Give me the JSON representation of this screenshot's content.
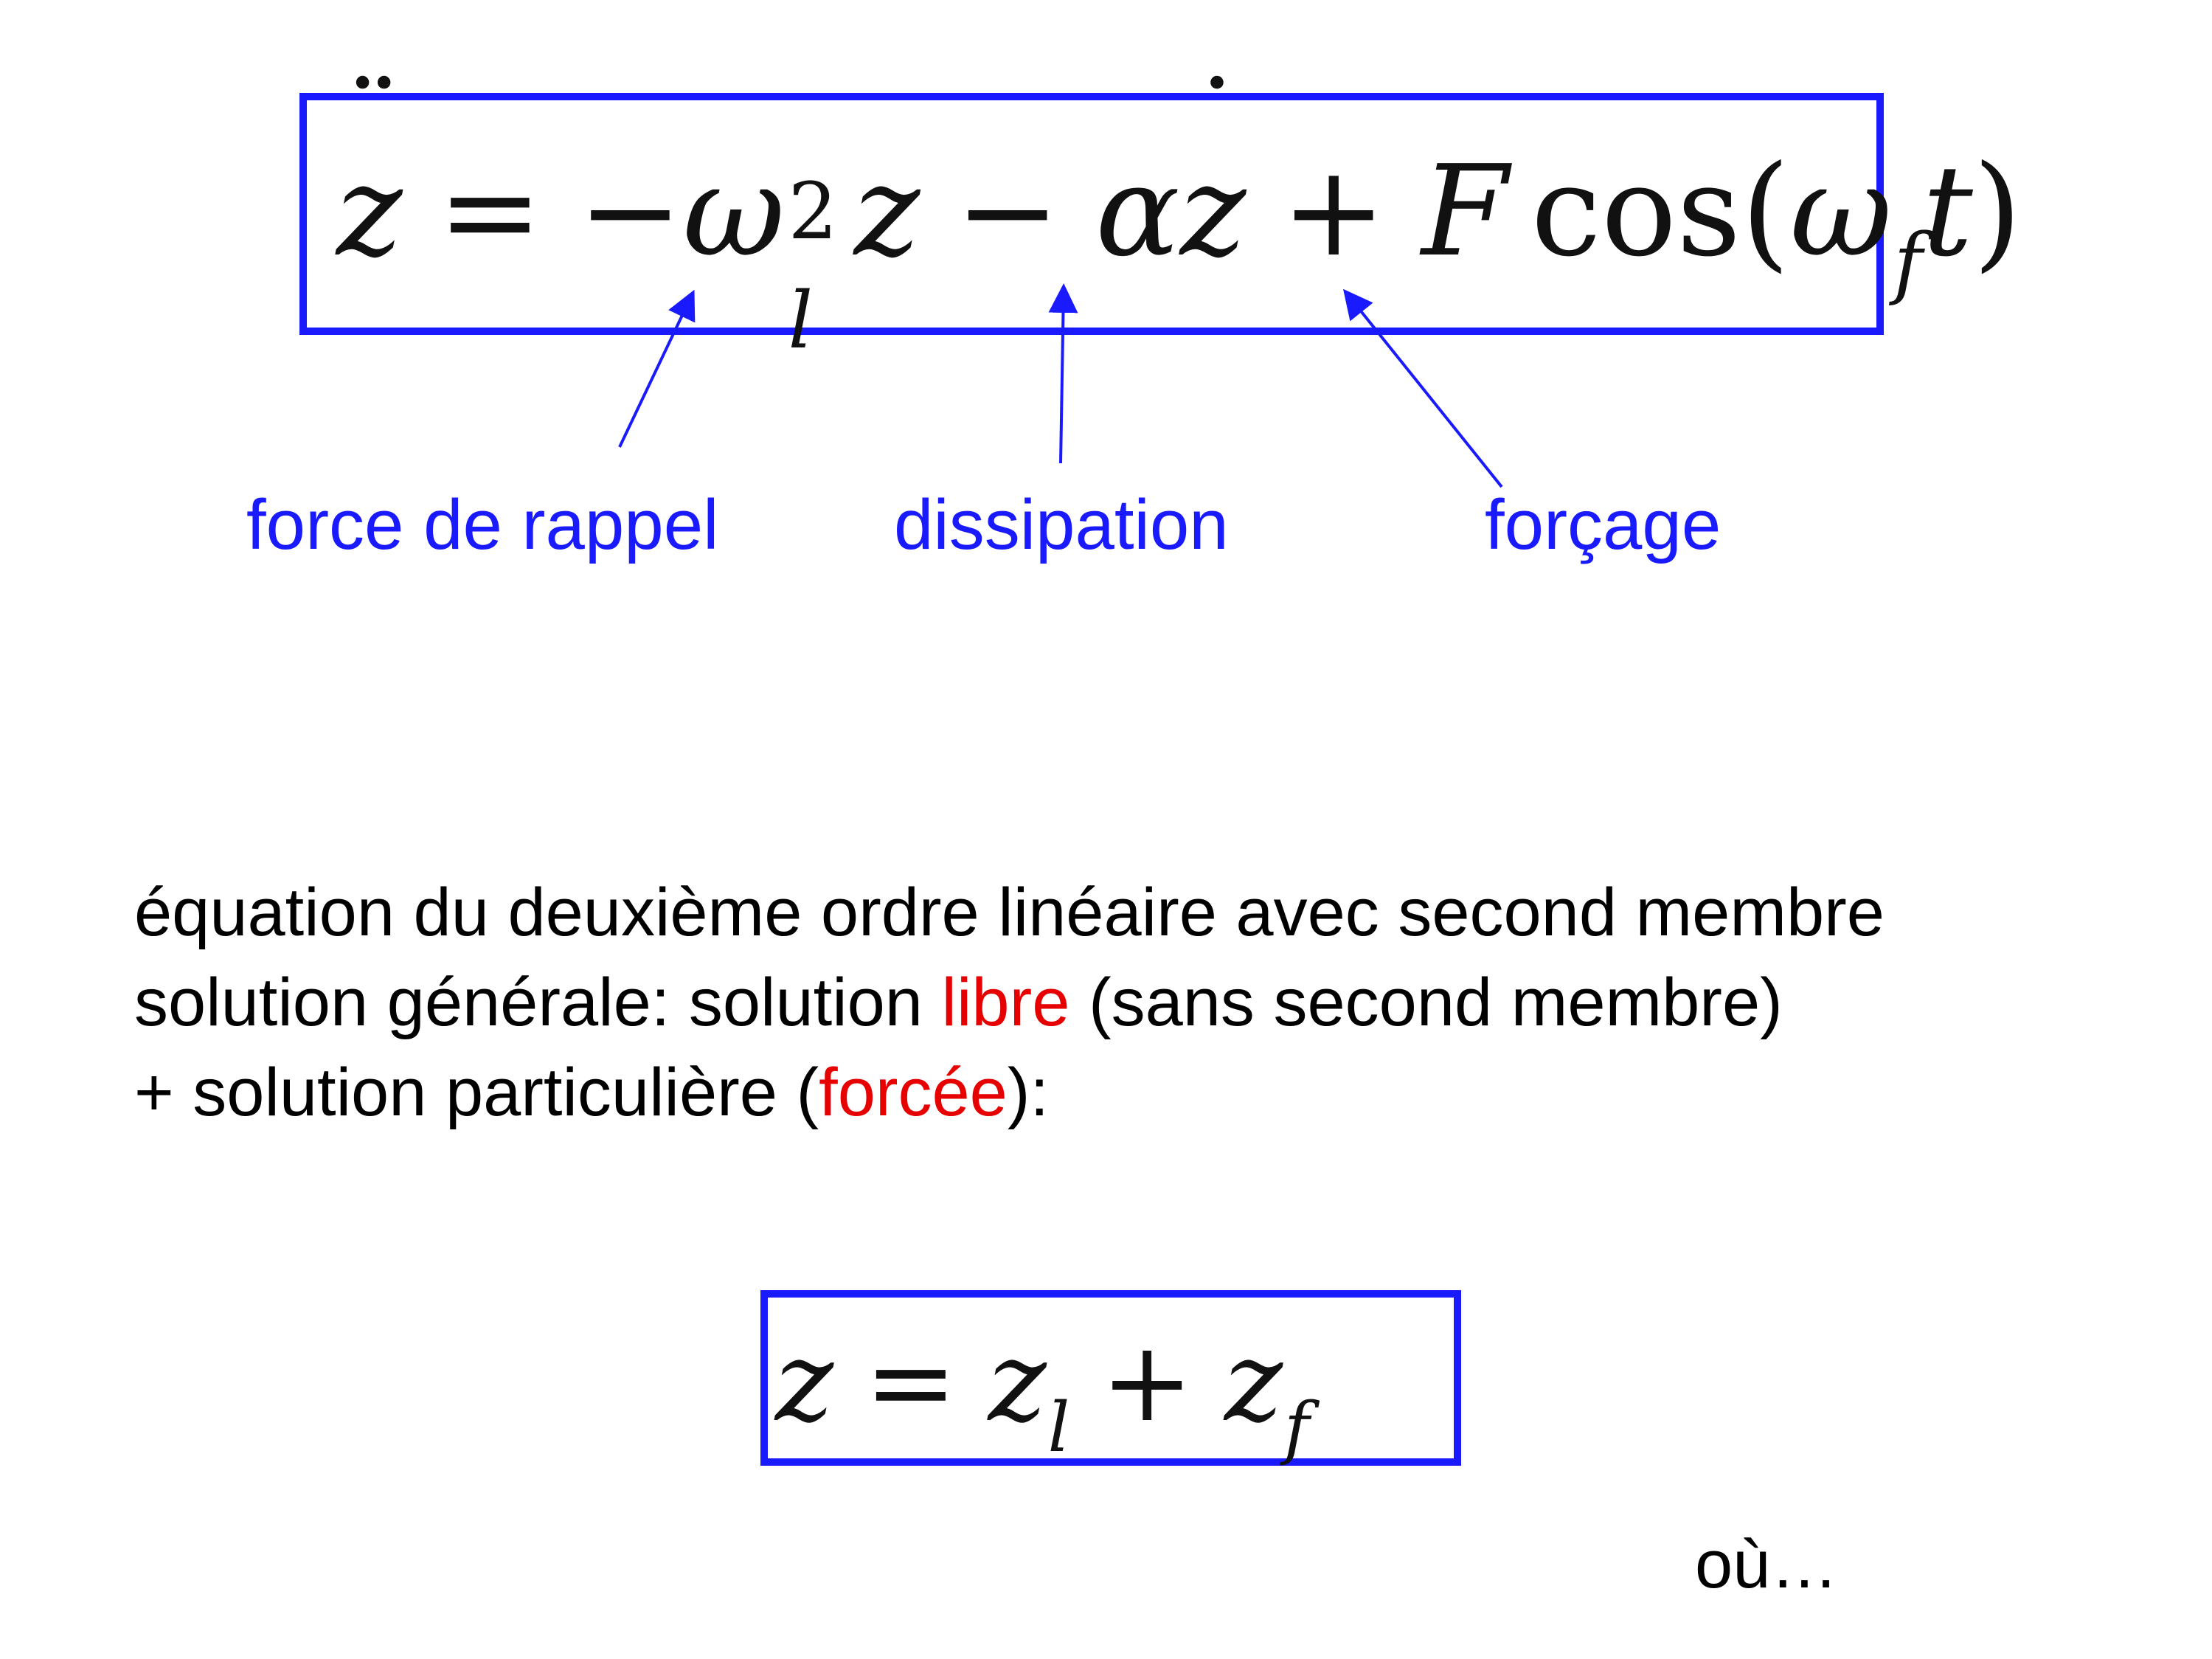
{
  "equation_main": {
    "zddot": "z",
    "equals": "=",
    "minus1": "−",
    "omega_l": "ω",
    "omega_sup": "2",
    "omega_sub": "l",
    "z1": "z",
    "minus2": "−",
    "alpha": "α",
    "zdot": "z",
    "plus": "+",
    "F": "F",
    "cos": "cos",
    "lparen": "(",
    "omega_f": "ω",
    "omega_f_sub": "f",
    "t": "t",
    "rparen": ")"
  },
  "labels": {
    "restoring": "force de rappel",
    "dissipation": "dissipation",
    "forcing": "forçage"
  },
  "paragraph": {
    "line1": "équation du deuxième ordre linéaire avec second membre",
    "line2_a": "solution générale: solution ",
    "line2_red": "libre",
    "line2_b": " (sans second membre)",
    "line3_a": "+ solution particulière (",
    "line3_red": "forcée",
    "line3_b": "):"
  },
  "equation_sum": {
    "z": "z",
    "equals": "=",
    "zl": "z",
    "zl_sub": "l",
    "plus": "+",
    "zf": "z",
    "zf_sub": "f"
  },
  "footer": {
    "ou": "où…"
  },
  "colors": {
    "accent_blue": "#1a1aff",
    "highlight_red": "#e60000",
    "text": "#000000"
  }
}
